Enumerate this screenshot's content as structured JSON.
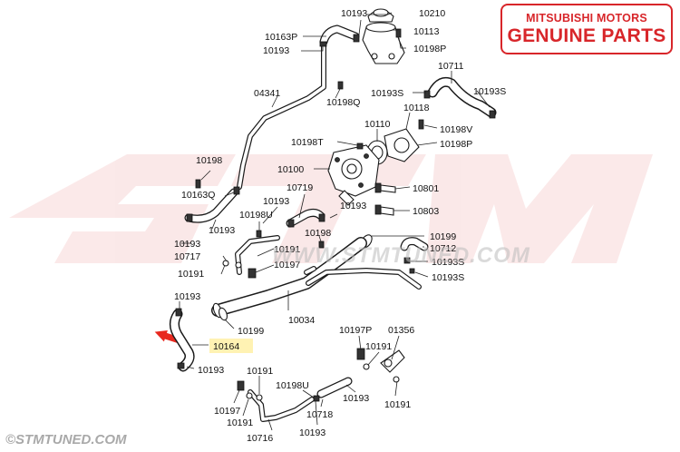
{
  "brand": {
    "line1": "MITSUBISHI MOTORS",
    "line2": "GENUINE PARTS",
    "accent": "#d8262a"
  },
  "watermark": {
    "url": "WWW.STMTUNED.COM",
    "footer": "©STMTUNED.COM"
  },
  "highlight": {
    "part_number": "10164",
    "fill": "#fff2b3",
    "arrow_color": "#e8281e"
  },
  "labels": [
    "10193",
    "10210",
    "10113",
    "10198P",
    "10163P",
    "10193",
    "10198Q",
    "04341",
    "10711",
    "10193S",
    "10193S",
    "10118",
    "10110",
    "10198V",
    "10198P",
    "10198T",
    "10100",
    "10801",
    "10803",
    "10198",
    "10163Q",
    "10193",
    "10719",
    "10193",
    "10198U",
    "10193",
    "10199",
    "10712",
    "10198",
    "10193",
    "10191",
    "10717",
    "10197",
    "10193S",
    "10191",
    "10193S",
    "10193",
    "10034",
    "10199",
    "10164",
    "10193",
    "10197P",
    "01356",
    "10191",
    "10191",
    "10198U",
    "10197",
    "10191",
    "10193",
    "10718",
    "10191",
    "10716",
    "10193"
  ]
}
